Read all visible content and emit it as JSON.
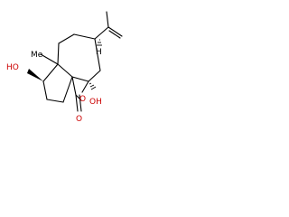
{
  "molecule": {
    "atoms": {
      "hydroxyl_left": "HO",
      "methyl_ring": "Me",
      "hydroxyl_right": "OH",
      "ring_oxygen": "O",
      "carbonyl_oxygen": "O",
      "hydrogen": "H"
    },
    "colors": {
      "bond": "#000000",
      "heteroatom": "#cc0000",
      "carbon_label": "#000000"
    }
  }
}
